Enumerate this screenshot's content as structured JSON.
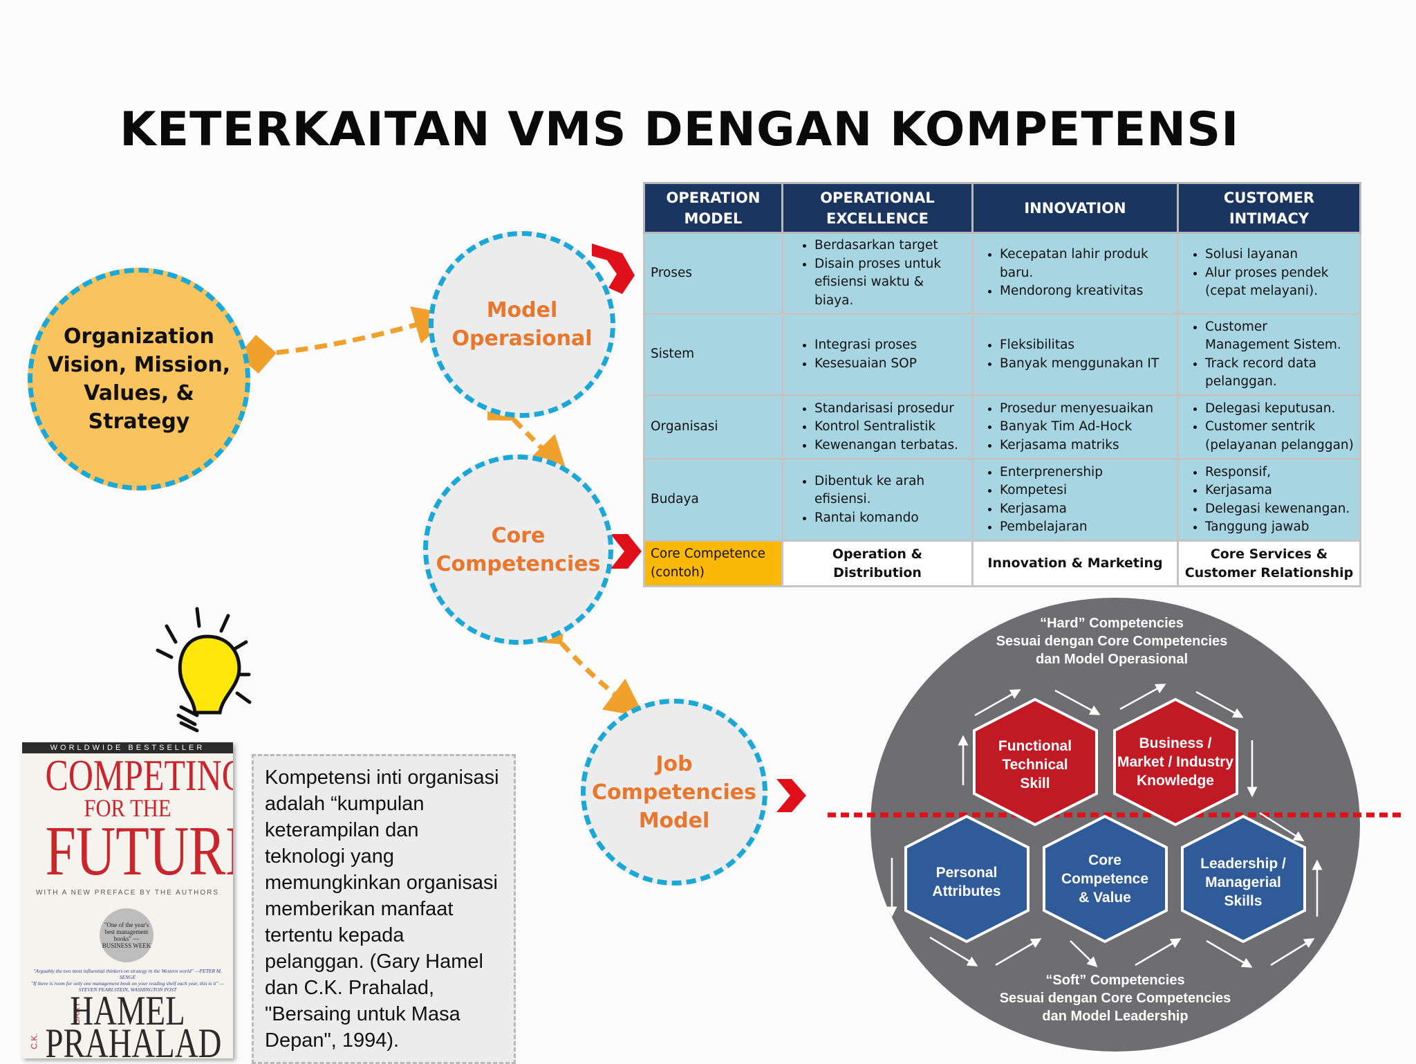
{
  "title": "KETERKAITAN VMS DENGAN KOMPETENSI",
  "circles": {
    "org": [
      "Organization",
      "Vision, Mission,",
      "Values, & Strategy"
    ],
    "model": [
      "Model",
      "Operasional"
    ],
    "core": [
      "Core",
      "Competencies"
    ],
    "job": [
      "Job",
      "Competencies",
      "Model"
    ]
  },
  "table": {
    "headers": [
      "OPERATION MODEL",
      "OPERATIONAL EXCELLENCE",
      "INNOVATION",
      "CUSTOMER INTIMACY"
    ],
    "rows": [
      {
        "label": "Proses",
        "excellence": [
          "Berdasarkan target",
          "Disain proses untuk efisiensi waktu & biaya."
        ],
        "innovation": [
          "Kecepatan lahir produk baru.",
          "Mendorong kreativitas"
        ],
        "intimacy": [
          "Solusi layanan",
          "Alur proses pendek (cepat melayani)."
        ]
      },
      {
        "label": "Sistem",
        "excellence": [
          "Integrasi proses",
          "Kesesuaian SOP"
        ],
        "innovation": [
          "Fleksibilitas",
          "Banyak menggunakan IT"
        ],
        "intimacy": [
          "Customer Management Sistem.",
          "Track record data pelanggan."
        ]
      },
      {
        "label": "Organisasi",
        "excellence": [
          "Standarisasi prosedur",
          "Kontrol Sentralistik",
          "Kewenangan terbatas."
        ],
        "innovation": [
          "Prosedur menyesuaikan",
          "Banyak Tim Ad-Hock",
          "Kerjasama matriks"
        ],
        "intimacy": [
          "Delegasi keputusan.",
          "Customer sentrik (pelayanan pelanggan)"
        ]
      },
      {
        "label": "Budaya",
        "excellence": [
          "Dibentuk ke arah efisiensi.",
          "Rantai komando"
        ],
        "innovation": [
          "Enterprenership",
          "Kompetesi",
          "Kerjasama",
          "Pembelajaran"
        ],
        "intimacy": [
          "Responsif,",
          "Kerjasama",
          "Delegasi kewenangan.",
          "Tanggung jawab"
        ]
      }
    ],
    "core_row": {
      "label": [
        "Core Competence",
        "(contoh)"
      ],
      "excellence": "Operation & Distribution",
      "innovation": "Innovation & Marketing",
      "intimacy": [
        "Core Services &",
        "Customer Relationship"
      ]
    }
  },
  "book": {
    "banner": "WORLDWIDE BESTSELLER",
    "competing": "COMPETING",
    "for_the": "FOR THE",
    "future": "FUTURE",
    "preface": "WITH A NEW PREFACE BY THE AUTHORS",
    "seal": "\"One of the year's best management books\" —BUSINESS WEEK",
    "quote1": "\"Arguably the two most influential thinkers on strategy in the Western world\" —PETER M. SENGE",
    "quote2": "\"If there is room for only one management book on your reading shelf each year, this is it\" —STEVEN PEARLSTEIN, WASHINGTON POST",
    "gary": "GARY",
    "hamel": "HAMEL",
    "ck": "C.K.",
    "prahalad": "PRAHALAD"
  },
  "quote_text": "Kompetensi inti organisasi adalah “kumpulan keterampilan dan teknologi yang memungkinkan organisasi memberikan manfaat tertentu kepada pelanggan. (Gary Hamel dan C.K. Prahalad, \"Bersaing untuk Masa Depan\", 1994).",
  "competency_oval": {
    "hard_title": [
      "“Hard” Competencies",
      "Sesuai dengan Core Competencies",
      "dan Model Operasional"
    ],
    "soft_title": [
      "“Soft” Competencies",
      "Sesuai dengan Core Competencies",
      "dan Model Leadership"
    ],
    "hard_hexes": [
      [
        "Functional",
        "Technical",
        "Skill"
      ],
      [
        "Business /",
        "Market / Industry",
        "Knowledge"
      ]
    ],
    "soft_hexes": [
      [
        "Personal",
        "Attributes"
      ],
      [
        "Core",
        "Competence",
        "& Value"
      ],
      [
        "Leadership /",
        "Managerial",
        "Skills"
      ]
    ]
  },
  "colors": {
    "circle_border": "#1ba8d6",
    "circle_text": "#e8762c",
    "org_fill": "#f9c45e",
    "connector": "#f0a02c",
    "header_bg": "#1a3660",
    "cell_bg": "#a7d5e2",
    "core_label_bg": "#fbb808",
    "chevron": "#e0101a",
    "hex_red": "#c11a25",
    "hex_blue": "#2f5b99",
    "oval": "#6e6e70"
  }
}
